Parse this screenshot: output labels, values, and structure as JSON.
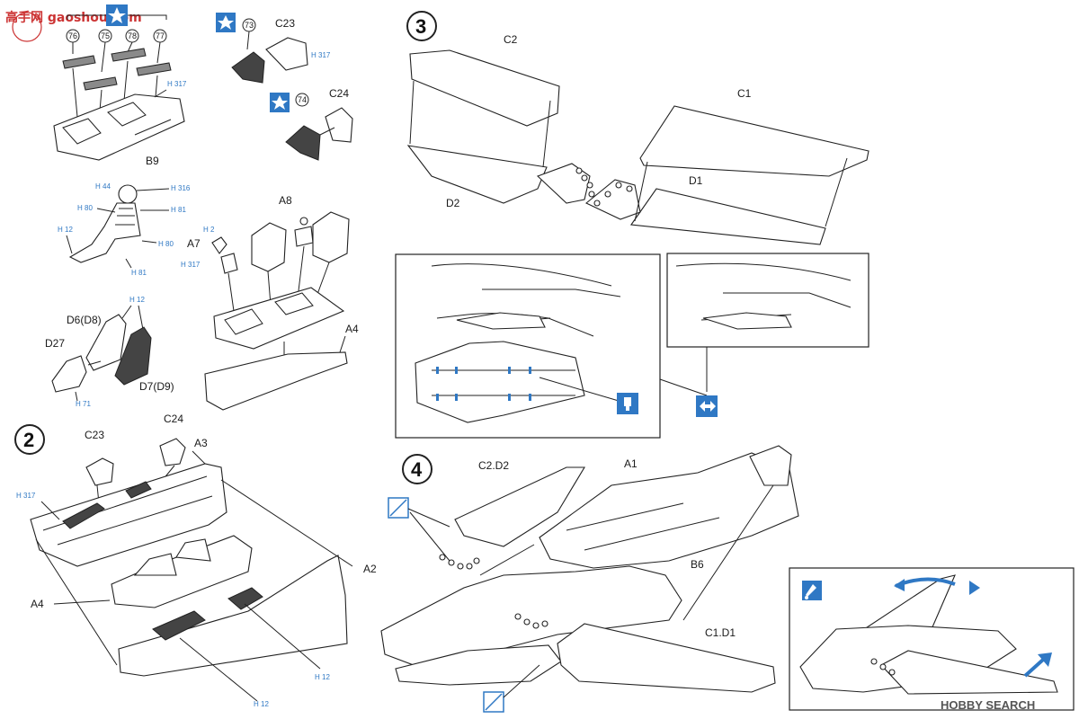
{
  "colors": {
    "ink": "#1a1a1a",
    "callout_blue": "#2f78c4",
    "paper": "#ffffff"
  },
  "icons": [
    "star-icon",
    "no-cement-icon",
    "cement-icon",
    "swap-arrows-icon",
    "paint-icon"
  ],
  "watermark": {
    "top_left": "高手网 gaoshou.com",
    "bottom_right": "HOBBY SEARCH"
  },
  "step1": {
    "decals": [
      "76",
      "75",
      "78",
      "77",
      "73",
      "74"
    ],
    "parts": {
      "b9": "B9",
      "c23": "C23",
      "c24": "C24",
      "a8": "A8",
      "a7": "A7",
      "a4": "A4",
      "d6": "D6(D8)",
      "d27": "D27",
      "d7": "D7(D9)"
    },
    "colors": {
      "h317a": "H 317",
      "h317b": "H 317",
      "h317c": "H 317",
      "h44": "H 44",
      "h316": "H 316",
      "h80a": "H 80",
      "h81a": "H 81",
      "h12a": "H 12",
      "h80b": "H 80",
      "h81b": "H 81",
      "h2": "H 2",
      "h12b": "H 12",
      "h71": "H 71"
    }
  },
  "step2": {
    "number": "2",
    "parts": {
      "c23": "C23",
      "c24": "C24",
      "a3": "A3",
      "a2": "A2",
      "a4": "A4"
    },
    "colors": {
      "h317": "H 317",
      "h12a": "H 12",
      "h12b": "H 12"
    }
  },
  "step3": {
    "number": "3",
    "parts": {
      "c2": "C2",
      "c1": "C1",
      "d2": "D2",
      "d1": "D1"
    }
  },
  "step4": {
    "number": "4",
    "parts": {
      "c2d2": "C2.D2",
      "a1": "A1",
      "b6": "B6",
      "c1d1": "C1.D1"
    }
  }
}
